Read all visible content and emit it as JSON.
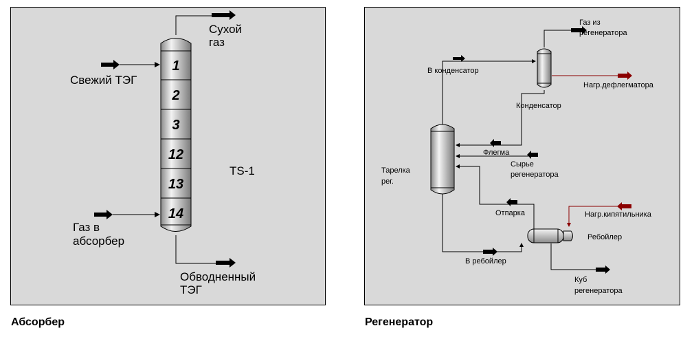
{
  "absorber": {
    "caption": "Абсорбер",
    "unit_label": "TS-1",
    "trays": [
      "1",
      "2",
      "3",
      "12",
      "13",
      "14"
    ],
    "streams": {
      "dry_gas": [
        "Сухой",
        "газ"
      ],
      "fresh_teg": "Свежий ТЭГ",
      "gas_in": [
        "Газ в",
        "абсорбер"
      ],
      "rich_teg": [
        "Обводненный",
        "ТЭГ"
      ]
    }
  },
  "regenerator": {
    "caption": "Регенератор",
    "streams": {
      "gas_out": [
        "Газ из",
        "регенератора"
      ],
      "to_condenser": "В конденсатор",
      "condenser_duty": "Нагр.дефлегматора",
      "condenser": "Конденсатор",
      "reflux": "Флегма",
      "feed": [
        "Сырье",
        "регенератора"
      ],
      "tray_section": [
        "Тарелка",
        "рег."
      ],
      "boilup": "Отпарка",
      "reboiler_duty": "Нагр.кипятильника",
      "reboiler": "Ребойлер",
      "to_reboiler": "В ребойлер",
      "bottoms": [
        "Куб",
        "регенератора"
      ]
    }
  },
  "colors": {
    "panel": "#d9d9d9",
    "energy_stream": "#8b0000",
    "material_stream": "#000000"
  }
}
